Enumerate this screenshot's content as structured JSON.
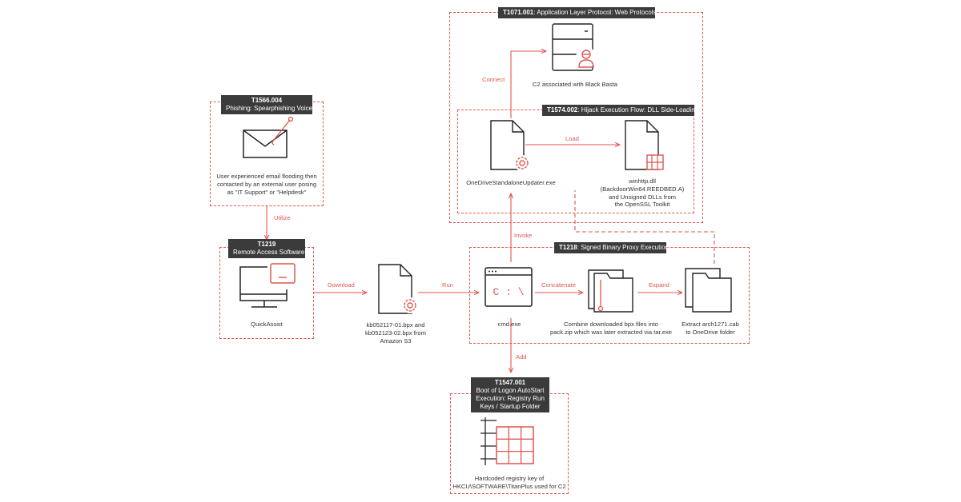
{
  "colors": {
    "accent": "#e0564f",
    "dark": "#3b3b3b",
    "ink": "#222222"
  },
  "boxes": {
    "t1071": {
      "code": "T1071.001",
      "title": ": Application Layer Protocol: Web Protocols"
    },
    "t1574": {
      "code": "T1574.002",
      "title": ": Hijack Execution Flow: DLL Side-Loading"
    },
    "t1566": {
      "code": "T1566.004",
      "title": "Phishing: Spearphishing Voice"
    },
    "t1219": {
      "code": "T1219",
      "title": "Remote Access Software"
    },
    "t1218": {
      "code": "T1218",
      "title": ": Signed Binary Proxy Execution"
    },
    "t1547": {
      "code": "T1547.001",
      "line1": "Boot of Logon AutoStart",
      "line2": "Execution: Registry Run",
      "line3": "Keys / Startup Folder"
    }
  },
  "nodes": {
    "c2": {
      "caption": "C2 associated with Black Basta",
      "icon": "server-hacker-icon"
    },
    "updater": {
      "caption": "OneDriveStandaloneUpdater.exe",
      "icon": "file-gear-icon"
    },
    "winhttp": {
      "line1": "winhttp.dll",
      "line2": "(BackdoorWin64.REEDBED.A)",
      "line3": "and Unsigned DLLs from",
      "line4": "the OpenSSL Toolkit",
      "icon": "file-dll-icon"
    },
    "email": {
      "line1": "User experienced email flooding then",
      "line2": "contacted by an external user posing",
      "line3": "as \"IT Support\" or \"Helpdesk\"",
      "icon": "envelope-hook-icon"
    },
    "quickassist": {
      "caption": "QuickAssist",
      "icon": "computer-icon"
    },
    "bpx": {
      "line1": "kb052117-01.bpx and",
      "line2": "kb052123-02.bpx from",
      "line3": "Amazon S3",
      "icon": "file-gear-icon"
    },
    "cmd": {
      "caption": "cmd.exe",
      "screen": "C : \\",
      "icon": "terminal-icon"
    },
    "combine": {
      "line1": "Combine downloaded bpx files into",
      "line2": "pack.zip which was later extracted via tar.exe",
      "icon": "folder-zip-icon"
    },
    "extract": {
      "line1": "Extract arch1271.cab",
      "line2": "to OneDrive folder",
      "icon": "folder-icon"
    },
    "registry": {
      "line1": "Hardcoded registry key of",
      "line2": "HKCU\\SOFTWARE\\TitanPlus used for C2",
      "icon": "registry-grid-icon"
    }
  },
  "edges": {
    "connect": "Connect",
    "load": "Load",
    "utilize": "Utilize",
    "invoke": "Invoke",
    "download": "Download",
    "run": "Run",
    "concatenate": "Concatenate",
    "expand": "Expand",
    "add": "Add"
  }
}
